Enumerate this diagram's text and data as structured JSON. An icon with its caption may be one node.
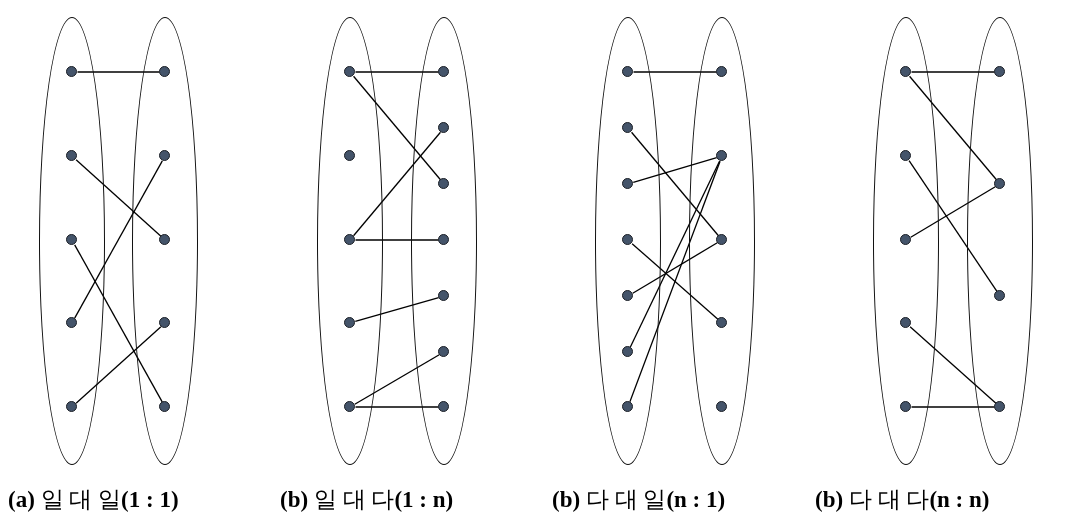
{
  "diagram": {
    "nodes": [
      {
        "text": [],
        "shape": "ellipse"
      },
      {
        "text": [],
        "shape": "circle",
        "in": 0
      },
      {
        "text": [],
        "shape": "circle",
        "in": 0
      },
      {
        "text": [],
        "shape": "circle",
        "in": 0
      },
      {
        "text": [],
        "shape": "circle",
        "in": 0
      },
      {
        "text": [],
        "shape": "circle",
        "in": 0
      },
      {
        "text": [],
        "shape": "ellipse"
      },
      {
        "text": [],
        "shape": "circle",
        "in": 6
      },
      {
        "text": [],
        "shape": "circle",
        "in": 6
      },
      {
        "text": [],
        "shape": "circle",
        "in": 6
      },
      {
        "text": [],
        "shape": "circle",
        "in": 6
      },
      {
        "text": [],
        "shape": "circle",
        "in": 6
      },
      {
        "text": [],
        "shape": "ellipse"
      },
      {
        "text": [],
        "shape": "circle",
        "in": 12
      },
      {
        "text": [],
        "shape": "circle",
        "in": 12
      },
      {
        "text": [],
        "shape": "circle",
        "in": 12
      },
      {
        "text": [],
        "shape": "circle",
        "in": 12
      },
      {
        "text": [],
        "shape": "circle",
        "in": 12
      },
      {
        "text": [],
        "shape": "ellipse"
      },
      {
        "text": [],
        "shape": "circle",
        "in": 18
      },
      {
        "text": [],
        "shape": "circle",
        "in": 18
      },
      {
        "text": [],
        "shape": "circle",
        "in": 18
      },
      {
        "text": [],
        "shape": "circle",
        "in": 18
      },
      {
        "text": [],
        "shape": "circle",
        "in": 18
      },
      {
        "text": [],
        "shape": "circle",
        "in": 18
      },
      {
        "text": [],
        "shape": "circle",
        "in": 18
      },
      {
        "text": [],
        "shape": "ellipse"
      },
      {
        "text": [],
        "shape": "circle",
        "in": 26
      },
      {
        "text": [],
        "shape": "circle",
        "in": 26
      },
      {
        "text": [],
        "shape": "circle",
        "in": 26
      },
      {
        "text": [],
        "shape": "circle",
        "in": 26
      },
      {
        "text": [],
        "shape": "circle",
        "in": 26
      },
      {
        "text": [],
        "shape": "circle",
        "in": 26
      },
      {
        "text": [],
        "shape": "circle",
        "in": 26
      },
      {
        "text": [],
        "shape": "ellipse"
      },
      {
        "text": [],
        "shape": "circle",
        "in": 34
      },
      {
        "text": [],
        "shape": "circle",
        "in": 34
      },
      {
        "text": [],
        "shape": "circle",
        "in": 34
      },
      {
        "text": [],
        "shape": "circle",
        "in": 34
      },
      {
        "text": [],
        "shape": "circle",
        "in": 34
      },
      {
        "text": [],
        "shape": "ellipse"
      },
      {
        "text": [],
        "shape": "circle",
        "in": 40
      },
      {
        "text": [],
        "shape": "circle",
        "in": 40
      },
      {
        "text": [],
        "shape": "circle",
        "in": 40
      },
      {
        "text": [],
        "shape": "circle",
        "in": 40
      },
      {
        "text": [],
        "shape": "circle",
        "in": 40
      },
      {
        "text": [],
        "shape": "ellipse"
      },
      {
        "text": [],
        "shape": "circle",
        "in": 46
      },
      {
        "text": [],
        "shape": "circle",
        "in": 46
      },
      {
        "text": [],
        "shape": "circle",
        "in": 46
      },
      {
        "text": [],
        "shape": "circle",
        "in": 46
      }
    ],
    "edges": [
      {
        "from": 1,
        "to": 7,
        "arrow": "none"
      },
      {
        "from": 2,
        "to": 9,
        "arrow": "none"
      },
      {
        "from": 3,
        "to": 11,
        "arrow": "none"
      },
      {
        "from": 4,
        "to": 8,
        "arrow": "none"
      },
      {
        "from": 5,
        "to": 10,
        "arrow": "none"
      },
      {
        "from": 13,
        "to": 19,
        "arrow": "none"
      },
      {
        "from": 13,
        "to": 21,
        "arrow": "none"
      },
      {
        "from": 15,
        "to": 20,
        "arrow": "none"
      },
      {
        "from": 15,
        "to": 22,
        "arrow": "none"
      },
      {
        "from": 16,
        "to": 23,
        "arrow": "none"
      },
      {
        "from": 17,
        "to": 24,
        "arrow": "none"
      },
      {
        "from": 17,
        "to": 25,
        "arrow": "none"
      },
      {
        "from": 27,
        "to": 35,
        "arrow": "none"
      },
      {
        "from": 28,
        "to": 37,
        "arrow": "none"
      },
      {
        "from": 29,
        "to": 36,
        "arrow": "none"
      },
      {
        "from": 30,
        "to": 38,
        "arrow": "none"
      },
      {
        "from": 31,
        "to": 37,
        "arrow": "none"
      },
      {
        "from": 32,
        "to": 36,
        "arrow": "none"
      },
      {
        "from": 33,
        "to": 36,
        "arrow": "none"
      },
      {
        "from": 41,
        "to": 47,
        "arrow": "none"
      },
      {
        "from": 41,
        "to": 48,
        "arrow": "none"
      },
      {
        "from": 42,
        "to": 49,
        "arrow": "none"
      },
      {
        "from": 43,
        "to": 48,
        "arrow": "none"
      },
      {
        "from": 44,
        "to": 50,
        "arrow": "none"
      },
      {
        "from": 45,
        "to": 50,
        "arrow": "none"
      }
    ],
    "labels": [
      "**(a)** 일 대 일**(1 : 1)**",
      "**(b)** 일 대 다**(1 : n)**",
      "**(b)** 다 대 일**(n : 1)**",
      "**(b)** 다 대 다**(n : n)**"
    ]
  }
}
